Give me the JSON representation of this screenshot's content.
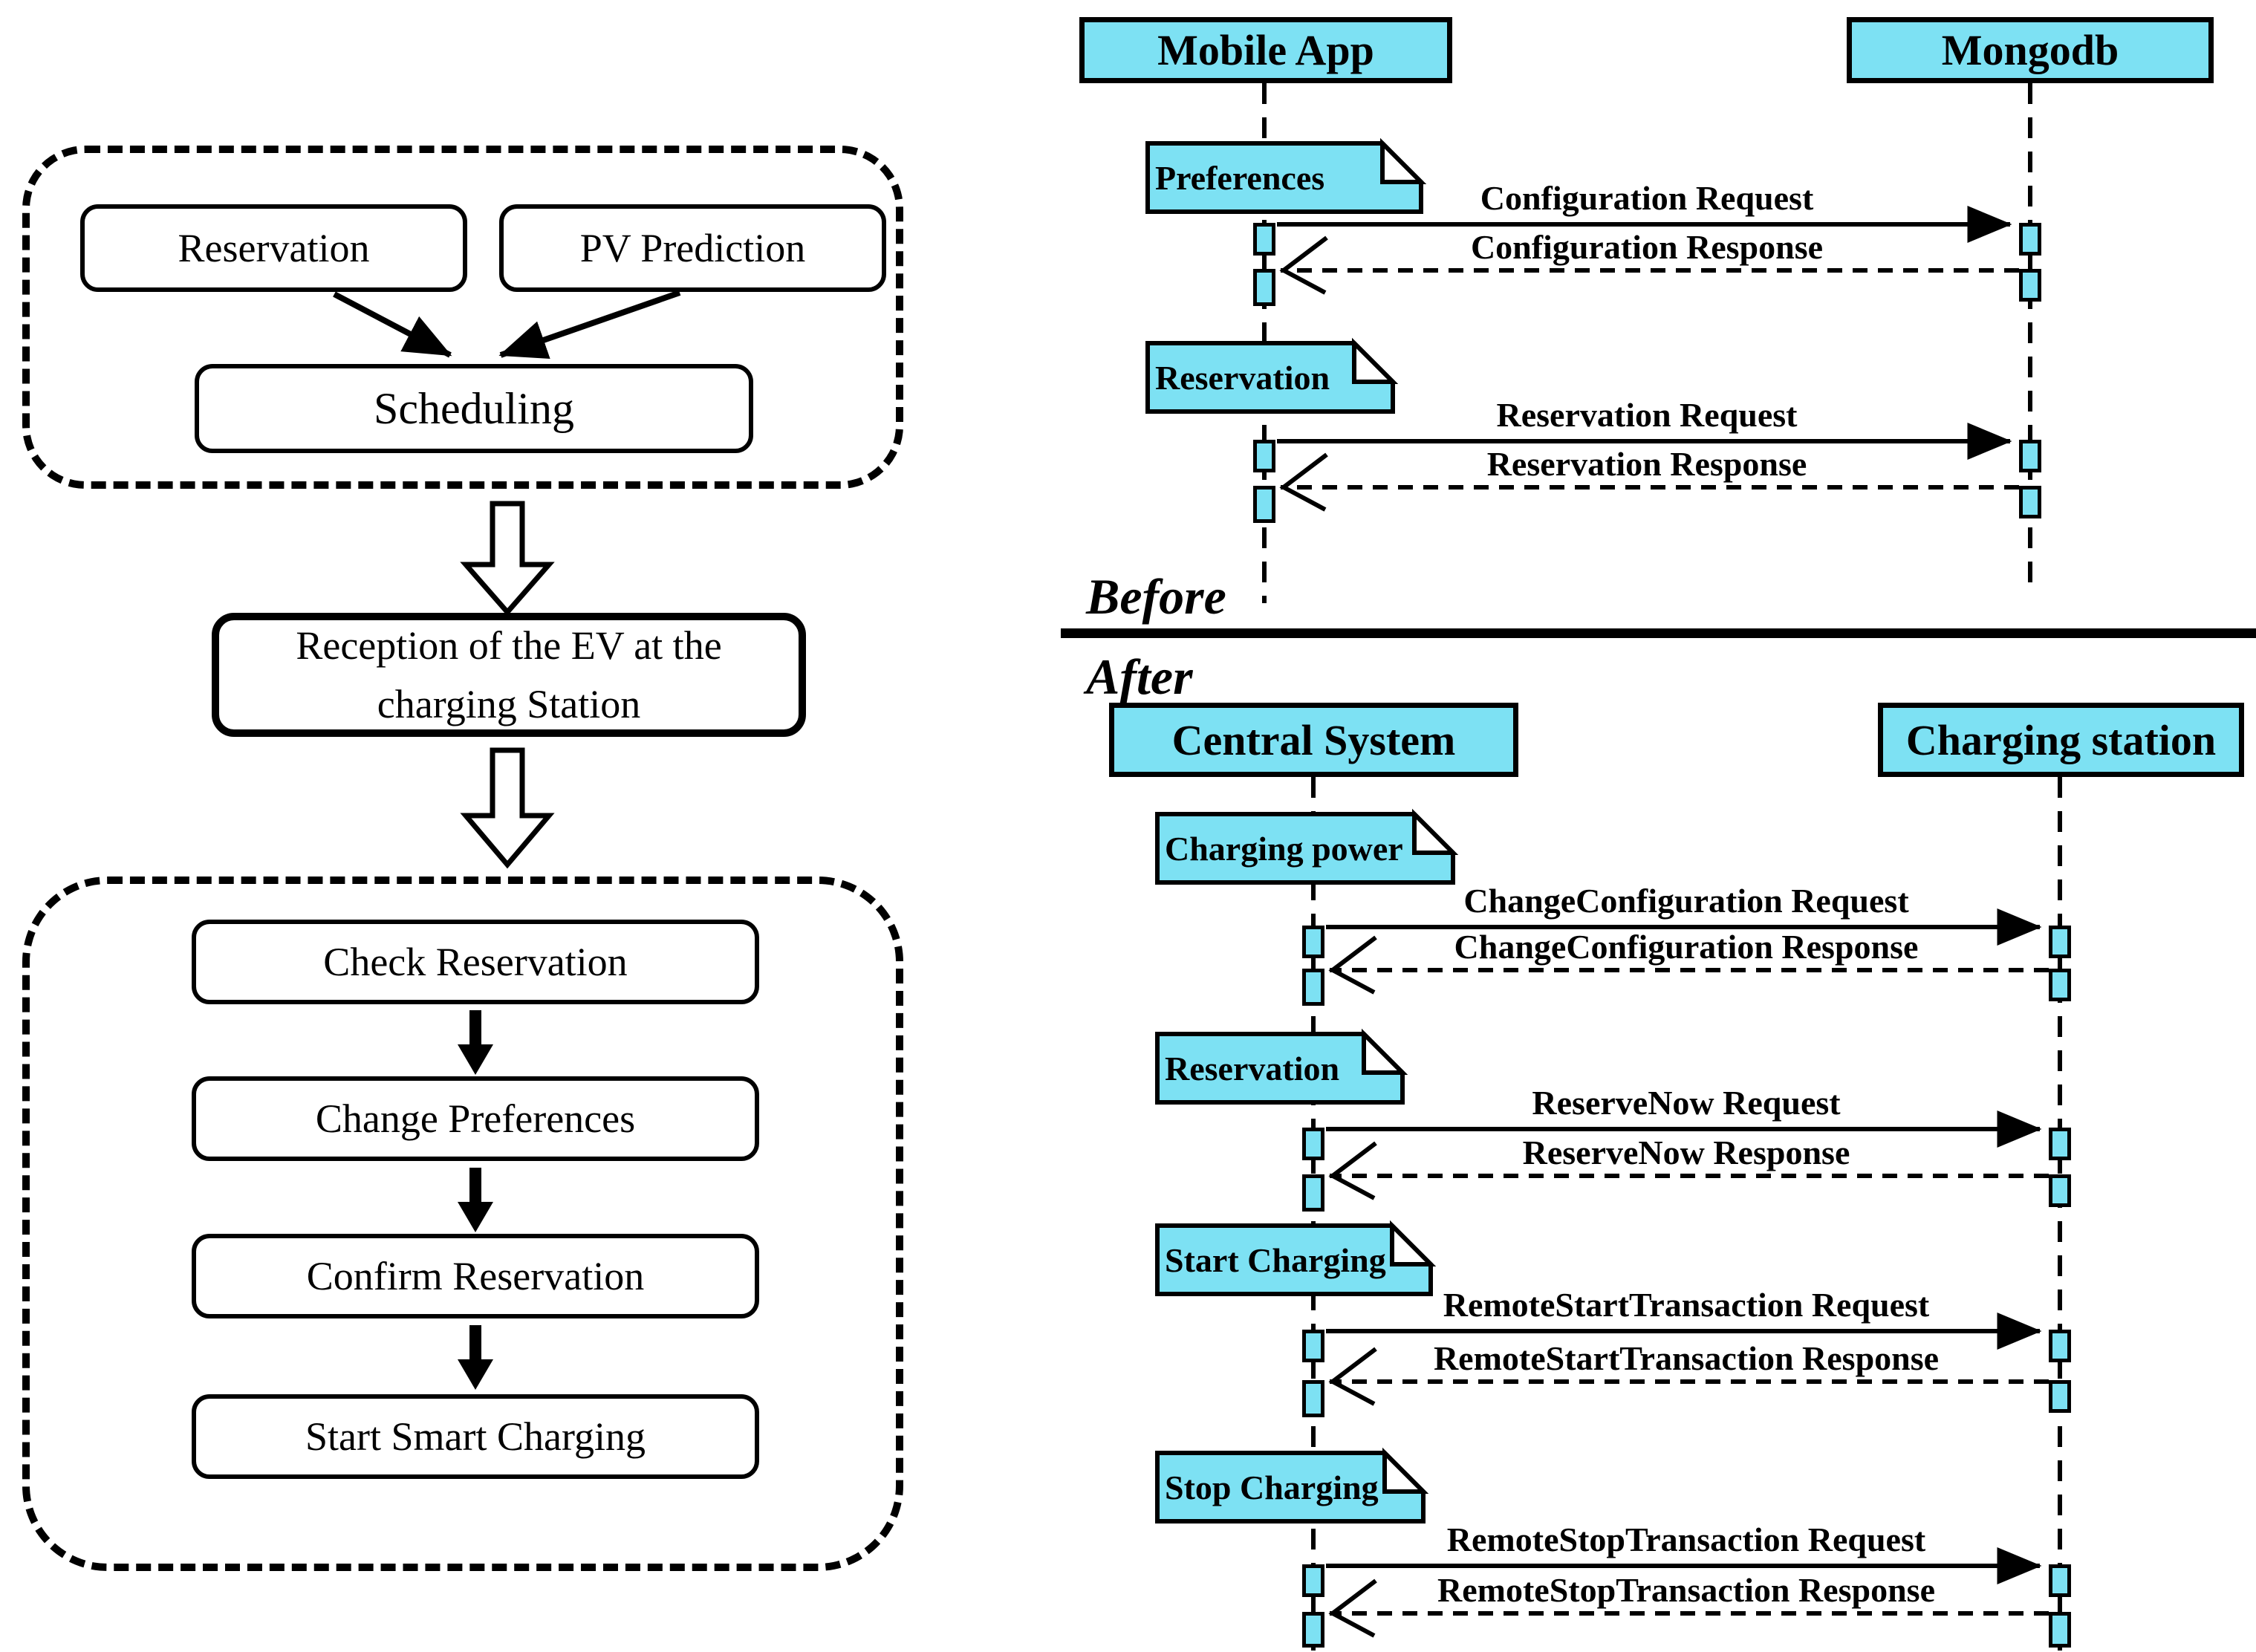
{
  "colors": {
    "accent_cyan": "#7de1f3",
    "line_black": "#000000",
    "background": "#ffffff"
  },
  "flowchart": {
    "planning": {
      "reservation": "Reservation",
      "pv_prediction": "PV Prediction",
      "scheduling": "Scheduling"
    },
    "reception": "Reception of the EV at the charging Station",
    "arrival": {
      "check_reservation": "Check Reservation",
      "change_preferences": "Change Preferences",
      "confirm_reservation": "Confirm Reservation",
      "start_smart_charging": "Start Smart Charging"
    }
  },
  "before": {
    "section_label": "Before",
    "lifelines": [
      {
        "name": "Mobile App"
      },
      {
        "name": "Mongodb"
      }
    ],
    "notes": [
      {
        "text": "Preferences"
      },
      {
        "text": "Reservation"
      }
    ],
    "messages": [
      {
        "label": "Configuration Request",
        "type": "request"
      },
      {
        "label": "Configuration Response",
        "type": "response"
      },
      {
        "label": "Reservation Request",
        "type": "request"
      },
      {
        "label": "Reservation Response",
        "type": "response"
      }
    ]
  },
  "after": {
    "section_label": "After",
    "lifelines": [
      {
        "name": "Central System"
      },
      {
        "name": "Charging station"
      }
    ],
    "notes": [
      {
        "text": "Charging power"
      },
      {
        "text": "Reservation"
      },
      {
        "text": "Start Charging"
      },
      {
        "text": "Stop Charging"
      }
    ],
    "messages": [
      {
        "label": "ChangeConfiguration Request",
        "type": "request"
      },
      {
        "label": "ChangeConfiguration Response",
        "type": "response"
      },
      {
        "label": "ReserveNow Request",
        "type": "request"
      },
      {
        "label": "ReserveNow Response",
        "type": "response"
      },
      {
        "label": "RemoteStartTransaction Request",
        "type": "request"
      },
      {
        "label": "RemoteStartTransaction Response",
        "type": "response"
      },
      {
        "label": "RemoteStopTransaction Request",
        "type": "request"
      },
      {
        "label": "RemoteStopTransaction Response",
        "type": "response"
      }
    ]
  }
}
